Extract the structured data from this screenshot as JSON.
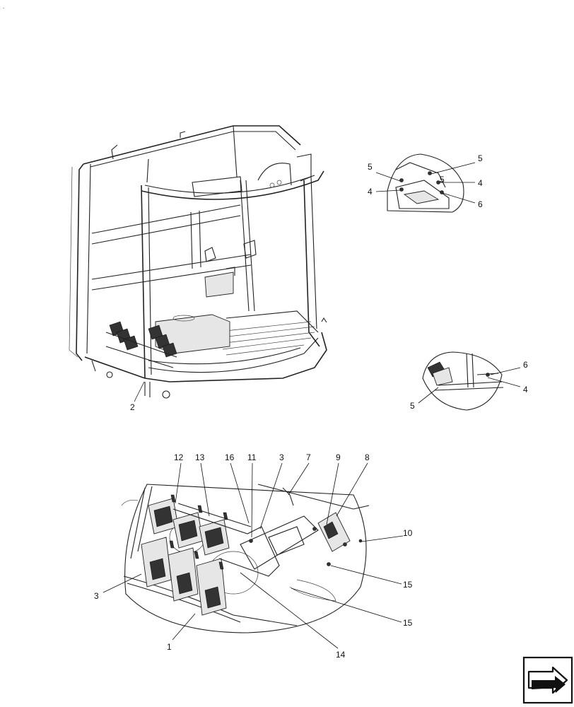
{
  "corner_mark": ".",
  "labels": {
    "main_2": "2",
    "det1_5a": "5",
    "det1_4a": "4",
    "det1_5b": "5",
    "det1_5c": "5",
    "det1_4b": "4",
    "det1_6": "6",
    "det2_6": "6",
    "det2_4": "4",
    "det2_5": "5",
    "det3_12": "12",
    "det3_13": "13",
    "det3_16": "16",
    "det3_11": "11",
    "det3_3a": "3",
    "det3_7": "7",
    "det3_9": "9",
    "det3_8": "8",
    "det3_10": "10",
    "det3_3b": "3",
    "det3_15a": "15",
    "det3_15b": "15",
    "det3_1": "1",
    "det3_14": "14"
  },
  "nav_icon": "next-page-arrow-icon"
}
